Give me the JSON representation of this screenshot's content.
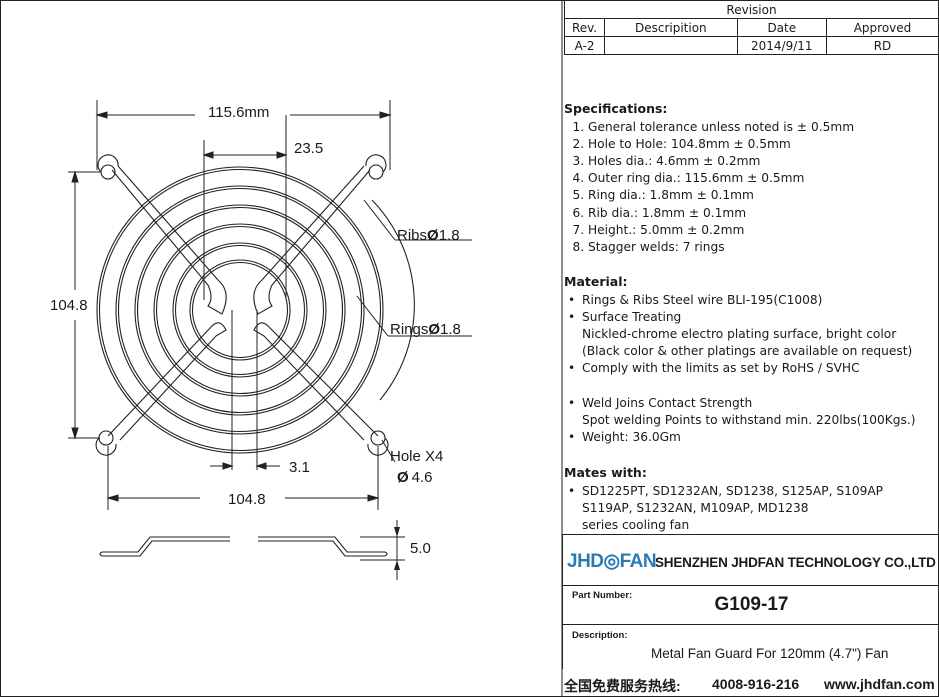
{
  "revision": {
    "title": "Revision",
    "headers": [
      "Rev.",
      "Descripition",
      "Date",
      "Approved"
    ],
    "row": [
      "A-2",
      "",
      "2014/9/11",
      "RD"
    ]
  },
  "drawing": {
    "dim_outer": "115.6mm",
    "dim_inner_ring": "23.5",
    "dim_height": "104.8",
    "dim_bottom": "104.8",
    "dim_gap": "3.1",
    "ribs_label": "Ribs",
    "ribs_value": "1.8",
    "rings_label": "Rings",
    "rings_value": "1.8",
    "hole_label": "Hole X4",
    "hole_value": "4.6",
    "thickness": "5.0",
    "diameter_symbol": "Ø"
  },
  "specifications": {
    "heading": "Specifications:",
    "items": [
      "General tolerance unless noted is ± 0.5mm",
      "Hole to Hole: 104.8mm ± 0.5mm",
      "Holes dia.: 4.6mm ± 0.2mm",
      "Outer ring dia.: 115.6mm ± 0.5mm",
      "Ring  dia.: 1.8mm ± 0.1mm",
      "Rib  dia.: 1.8mm ± 0.1mm",
      "Height.: 5.0mm ± 0.2mm",
      "Stagger welds: 7 rings"
    ]
  },
  "material": {
    "heading": "Material:",
    "line1": "Rings & Ribs Steel wire BLI-195(C1008)",
    "line2": "Surface Treating",
    "line3": "Nickled-chrome electro plating surface, bright color",
    "line4": "(Black color & other platings are available on request)",
    "line5": "Comply with the limits as set by RoHS / SVHC",
    "line6": "Weld Joins Contact Strength",
    "line7": "Spot welding Points to withstand min. 220lbs(100Kgs.)",
    "line8": "Weight: 36.0Gm"
  },
  "mates": {
    "heading": "Mates with:",
    "line1": "SD1225PT, SD1232AN, SD1238, S125AP, S109AP",
    "line2": "S119AP, S1232AN, M109AP, MD1238",
    "line3": "series cooling fan"
  },
  "title_block": {
    "logo_a": "JHD",
    "logo_b": "FAN",
    "company": "SHENZHEN JHDFAN TECHNOLOGY CO.,LTD",
    "part_label": "Part Number:",
    "part_number": "G109-17",
    "desc_label": "Description:",
    "description": "Metal  Fan Guard  For 120mm (4.7\") Fan"
  },
  "footer": {
    "hotline": "全国免费服务热线:",
    "phone": "4008-916-216",
    "website": "www.jhdfan.com"
  }
}
